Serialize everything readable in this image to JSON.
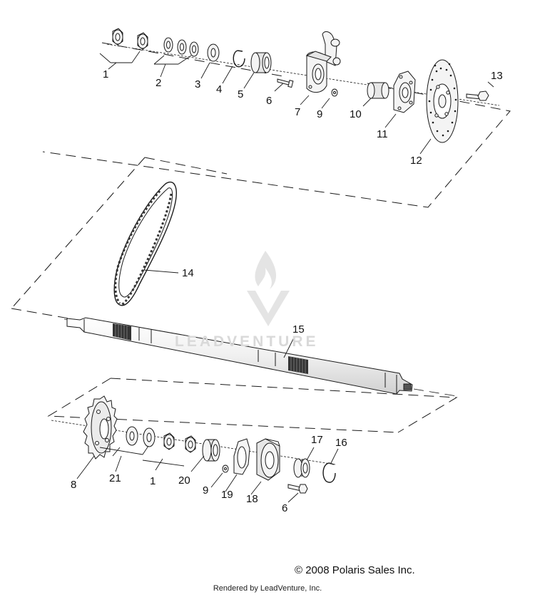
{
  "diagram": {
    "part_labels": {
      "p1_top": "1",
      "p2": "2",
      "p3": "3",
      "p4": "4",
      "p5": "5",
      "p6_top": "6",
      "p7": "7",
      "p9_top": "9",
      "p10": "10",
      "p11": "11",
      "p12": "12",
      "p13": "13",
      "p14": "14",
      "p15": "15",
      "p16": "16",
      "p17": "17",
      "p8": "8",
      "p21": "21",
      "p1_bottom": "1",
      "p20": "20",
      "p9_bottom": "9",
      "p19": "19",
      "p18": "18",
      "p6_bottom": "6"
    },
    "copyright": "© 2008 Polaris Sales Inc.",
    "rendered_by": "Rendered by LeadVenture, Inc.",
    "watermark": "LEADVENTURE"
  },
  "colors": {
    "line": "#1a1a1a",
    "part_fill": "#f4f4f4",
    "part_shade": "#d8d8d8",
    "watermark": "#d9d9d9"
  }
}
